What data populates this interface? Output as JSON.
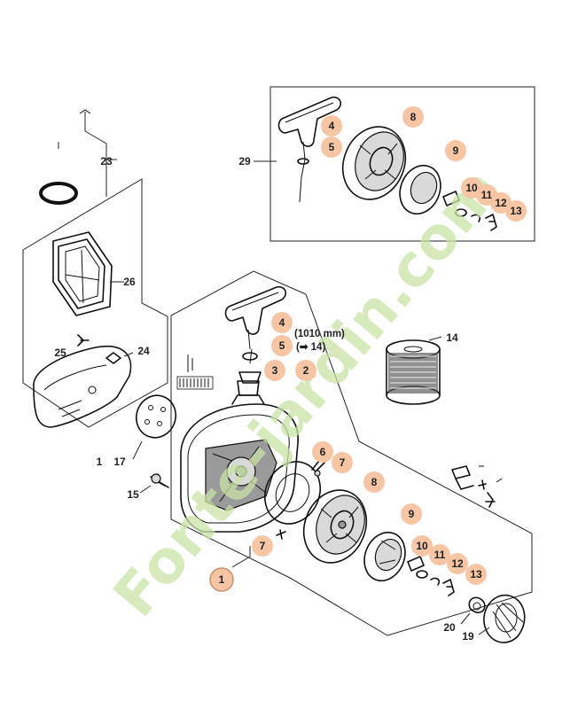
{
  "callouts": {
    "c1": "1",
    "c2": "2",
    "c3": "3",
    "c4a": "4",
    "c4b": "4",
    "c5a": "5",
    "c5b": "5",
    "c6": "6",
    "c7a": "7",
    "c7b": "7",
    "c8a": "8",
    "c8b": "8",
    "c9a": "9",
    "c9b": "9",
    "c10a": "10",
    "c10b": "10",
    "c11a": "11",
    "c11b": "11",
    "c12a": "12",
    "c12b": "12",
    "c13a": "13",
    "c13b": "13",
    "c14": "14",
    "c15": "15",
    "c17": "17",
    "c19": "19",
    "c20": "20",
    "c23": "23",
    "c24": "24",
    "c25": "25",
    "c26": "26",
    "c29": "29",
    "c1b": "1"
  },
  "notes": {
    "rope_length": "(1010 mm)",
    "rope_ref": "(➡ 14)"
  },
  "watermark": "Fonte-jardin.com",
  "colors": {
    "highlight": "#f6c6a4",
    "watermark": "#c9e3a6",
    "line": "#111111"
  }
}
